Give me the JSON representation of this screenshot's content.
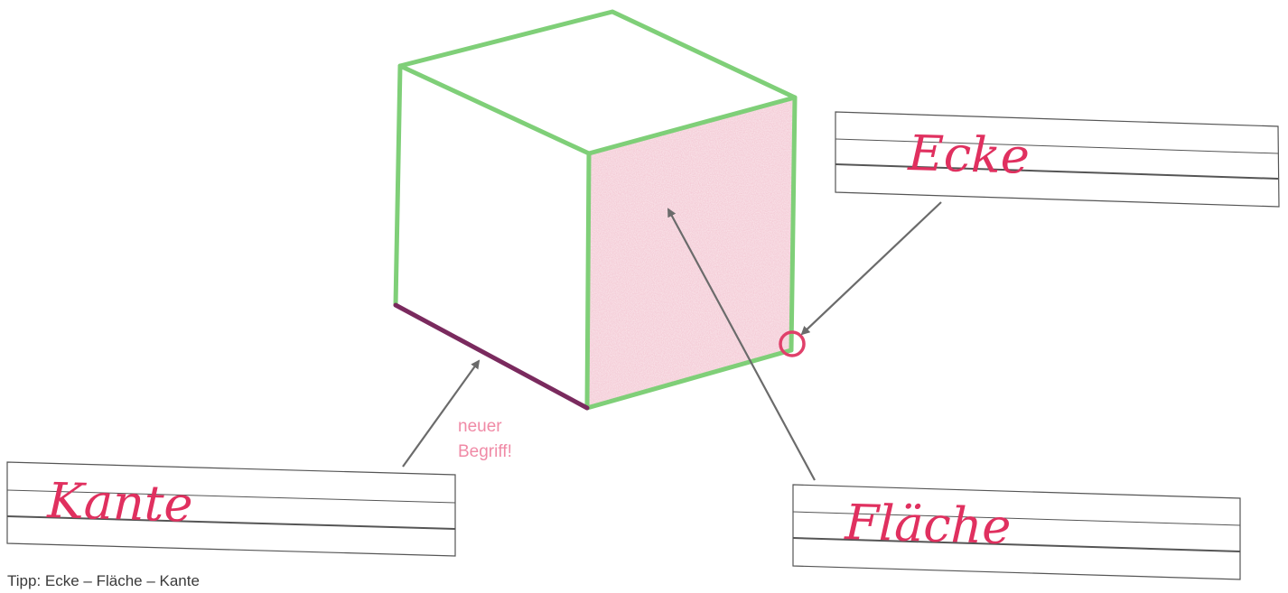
{
  "cube": {
    "edge_color": "#7fcf78",
    "face_fill_color": "#f2c2cf",
    "highlighted_edge_color": "#7a2a5e",
    "corner_marker_color": "#e0406a"
  },
  "labels": {
    "ecke": "Ecke",
    "kante": "Kante",
    "flaeche": "Fläche"
  },
  "note": {
    "line1": "neuer",
    "line2": "Begriff!"
  },
  "hint": "Tipp: Ecke – Fläche – Kante",
  "colors": {
    "handwriting": "#e0305f",
    "note": "#f08aa6",
    "arrow": "#6b6b6b",
    "writing_lines": "#555555"
  }
}
